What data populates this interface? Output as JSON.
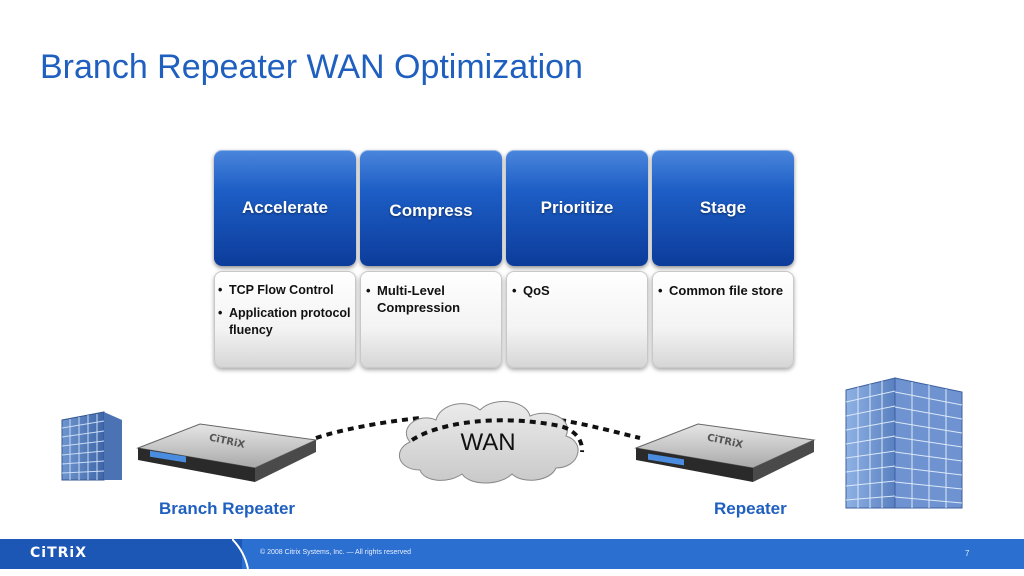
{
  "title": "Branch Repeater WAN Optimization",
  "pillars": [
    {
      "heading": "Accelerate",
      "bullets": [
        "TCP Flow Control",
        "Application protocol fluency"
      ]
    },
    {
      "heading": "Compress",
      "bullets": [
        "Multi-Level Compression"
      ]
    },
    {
      "heading": "Prioritize",
      "bullets": [
        "QoS"
      ]
    },
    {
      "heading": "Stage",
      "bullets": [
        "Common file store"
      ]
    }
  ],
  "network": {
    "cloud_label": "WAN",
    "left_label": "Branch Repeater",
    "right_label": "Repeater",
    "device_brand": "CiTRiX"
  },
  "footer": {
    "logo": "CiTRiX",
    "copyright": "© 2008 Citrix Systems, Inc. — All rights reserved",
    "page_number": "7"
  },
  "colors": {
    "title": "#1f5fbf",
    "pillar_head": "#1d5ec6",
    "footer": "#2b6fd0"
  }
}
